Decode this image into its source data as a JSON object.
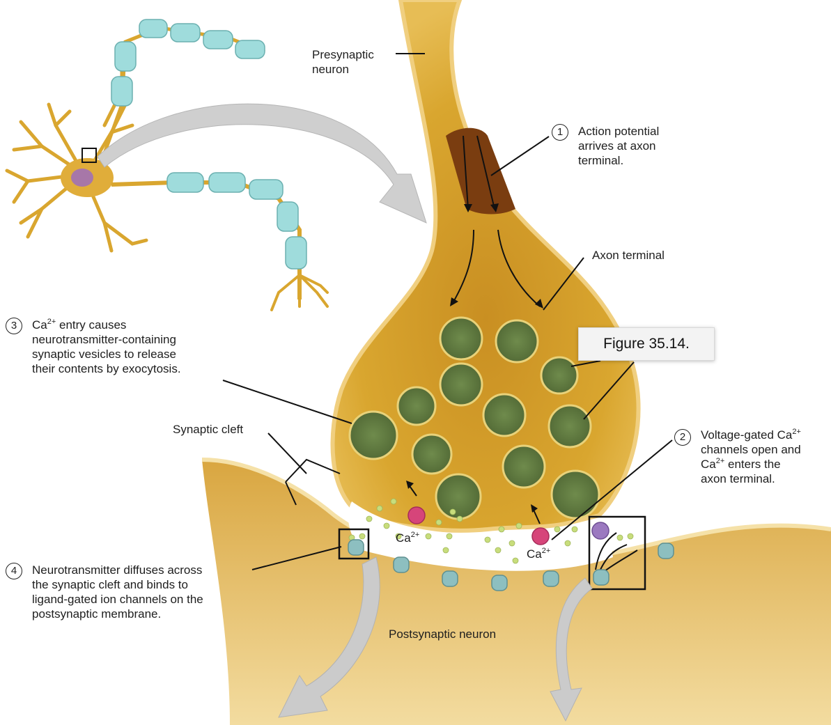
{
  "figure_tooltip": "Figure 35.14.",
  "labels": {
    "presynaptic_neuron": [
      "Presynaptic",
      "neuron"
    ],
    "axon_terminal": "Axon terminal",
    "synaptic_cleft": "Synaptic cleft",
    "postsynaptic_neuron": "Postsynaptic neuron",
    "ca_label": "Ca",
    "ca_charge": "2+"
  },
  "steps": [
    {
      "number": "1",
      "lines": [
        "Action potential",
        "arrives at axon",
        "terminal."
      ]
    },
    {
      "number": "2",
      "lines": [
        "Voltage-gated Ca",
        "channels open and",
        "Ca",
        "enters the",
        "axon terminal."
      ],
      "charge": "2+"
    },
    {
      "number": "3",
      "lines": [
        "Ca",
        "entry causes",
        "neurotransmitter-containing",
        "synaptic vesicles to release",
        "their contents by exocytosis."
      ],
      "charge": "2+"
    },
    {
      "number": "4",
      "lines": [
        "Neurotransmitter diffuses across",
        "the synaptic cleft and binds to",
        "ligand-gated ion channels on the",
        "postsynaptic membrane."
      ]
    }
  ],
  "colors": {
    "neuron_fill": "#d9a62f",
    "neuron_dark": "#a8741a",
    "membrane": "#f3d58a",
    "vesicle": "#5f7a42",
    "vesicle_rim": "#e8d27a",
    "neurotransmitter": "#c5e07a",
    "myelin": "#8fd3d3",
    "ca_channel": "#d6457a",
    "receptor": "#7fb2b2",
    "arrow_gray": "#c9c9c9"
  }
}
